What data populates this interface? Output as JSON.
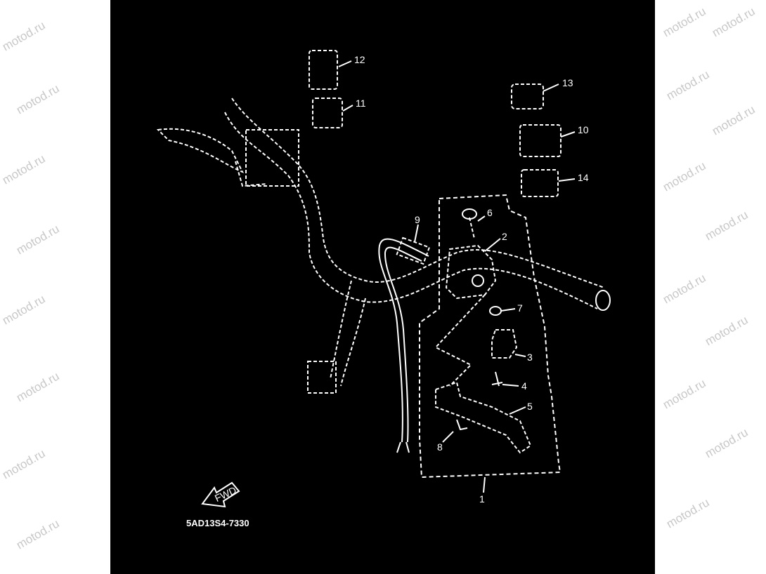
{
  "watermark": "motod.ru",
  "diagram_code": "5AD13S4-7330",
  "fwd_label": "FWD",
  "callouts": [
    "1",
    "2",
    "3",
    "4",
    "5",
    "6",
    "7",
    "8",
    "9",
    "10",
    "11",
    "12",
    "13",
    "14"
  ],
  "colors": {
    "background": "#000000",
    "line": "#ffffff",
    "margin": "#ffffff",
    "watermark": "#c8c8c8"
  }
}
